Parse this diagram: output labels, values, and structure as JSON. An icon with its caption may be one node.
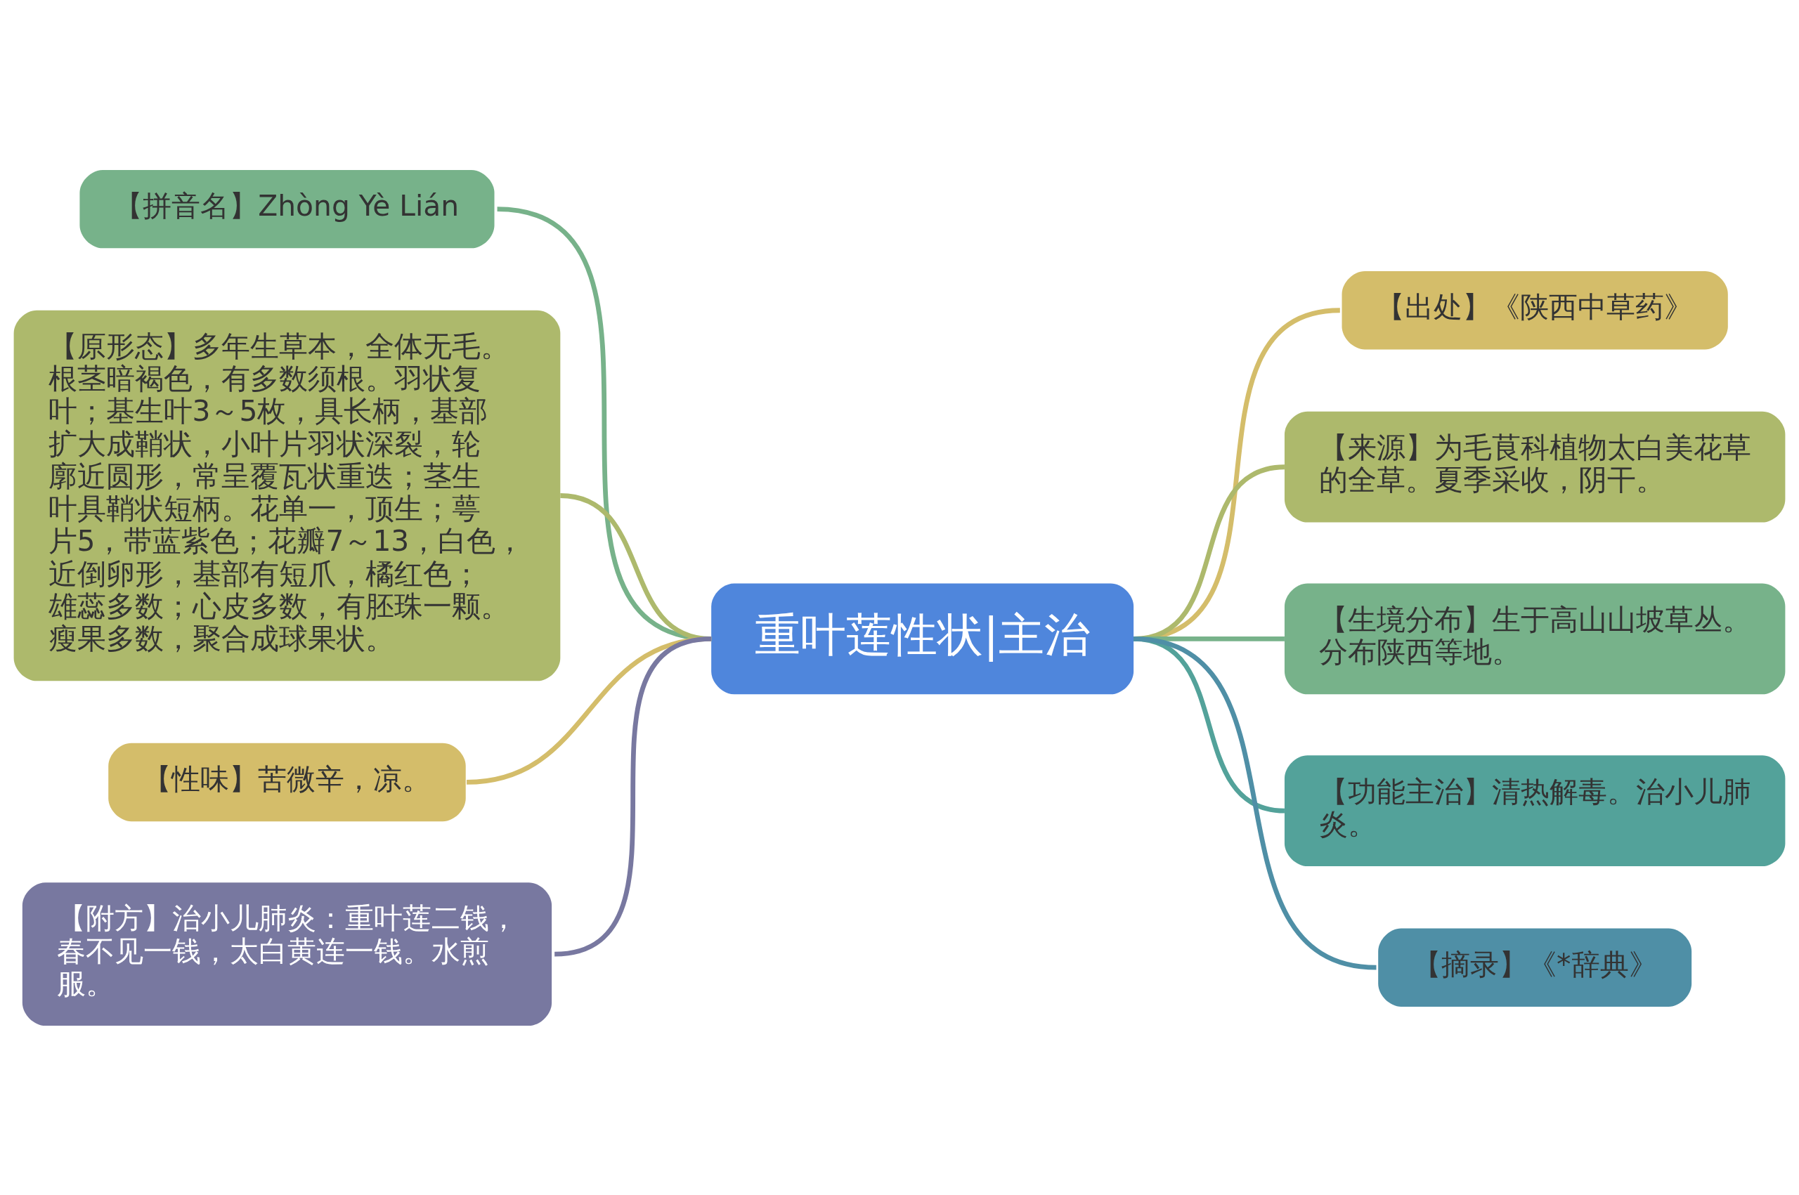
{
  "diagram": {
    "nodes": [
      {
        "text": [
          "重叶莲性状|主治"
        ]
      },
      {
        "text": [
          "【拼音名】Zhòng Yè Lián"
        ]
      },
      {
        "text": [
          "【原形态】多年生草本，全体无毛。根茎暗褐色，有多数须根。羽状复叶；基生叶3～5枚，具长柄，基部扩大成鞘状，小叶片羽状深裂，轮廓近圆形，常呈覆瓦状重迭；茎生叶具鞘状短柄。花单一，顶生；萼片5，带蓝紫色；花瓣7～13，白色，近倒卵形，基部有短爪，橘红色；雄蕊多数；心皮多数，有胚珠一颗。瘦果多数，聚合成球果状。"
        ]
      },
      {
        "text": [
          "【性味】苦微辛，凉。"
        ]
      },
      {
        "text": [
          "【附方】治小儿肺炎：重叶莲二钱，春不见一钱，太白黄连一钱。水煎服。"
        ]
      },
      {
        "text": [
          "【出处】《陕西中草药》"
        ]
      },
      {
        "text": [
          "【来源】为毛茛科植物太白美花草的全草。夏季采收，阴干。"
        ]
      },
      {
        "text": [
          "【生境分布】生于高山山坡草丛。分布陕西等地。"
        ]
      },
      {
        "text": [
          "【功能主治】清热解毒。治小儿肺炎。"
        ]
      },
      {
        "text": [
          "【摘录】《*辞典》"
        ]
      }
    ],
    "edges": [
      {
        "from": 1,
        "to": 0,
        "arrow": "none",
        "color": "#77b28a"
      },
      {
        "from": 2,
        "to": 0,
        "arrow": "none",
        "color": "#adb96c"
      },
      {
        "from": 3,
        "to": 0,
        "arrow": "none",
        "color": "#d4bd6a"
      },
      {
        "from": 4,
        "to": 0,
        "arrow": "none",
        "color": "#7878a0"
      },
      {
        "from": 0,
        "to": 5,
        "arrow": "none",
        "color": "#d4bd6a"
      },
      {
        "from": 0,
        "to": 6,
        "arrow": "none",
        "color": "#adb96c"
      },
      {
        "from": 0,
        "to": 7,
        "arrow": "none",
        "color": "#77b28a"
      },
      {
        "from": 0,
        "to": 8,
        "arrow": "none",
        "color": "#53a29a"
      },
      {
        "from": 0,
        "to": 9,
        "arrow": "none",
        "color": "#4f8fa6"
      }
    ]
  }
}
